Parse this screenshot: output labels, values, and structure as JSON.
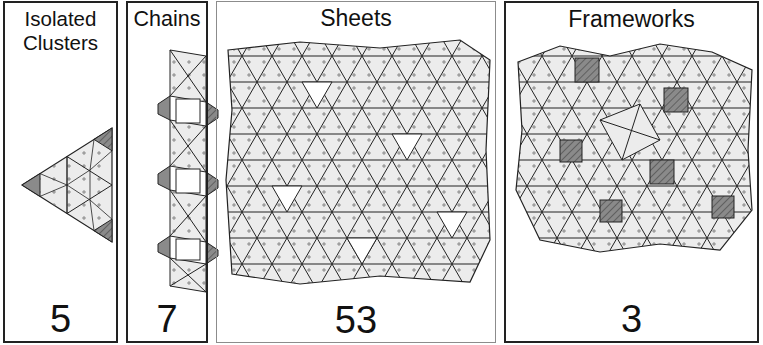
{
  "diagram": {
    "nodes": [
      {
        "text": [
          "Isolated Clusters",
          "5"
        ]
      },
      {
        "text": [
          "Chains",
          "7"
        ]
      },
      {
        "text": [
          "Sheets",
          "53"
        ]
      },
      {
        "text": [
          "Frameworks",
          "3"
        ]
      }
    ]
  }
}
